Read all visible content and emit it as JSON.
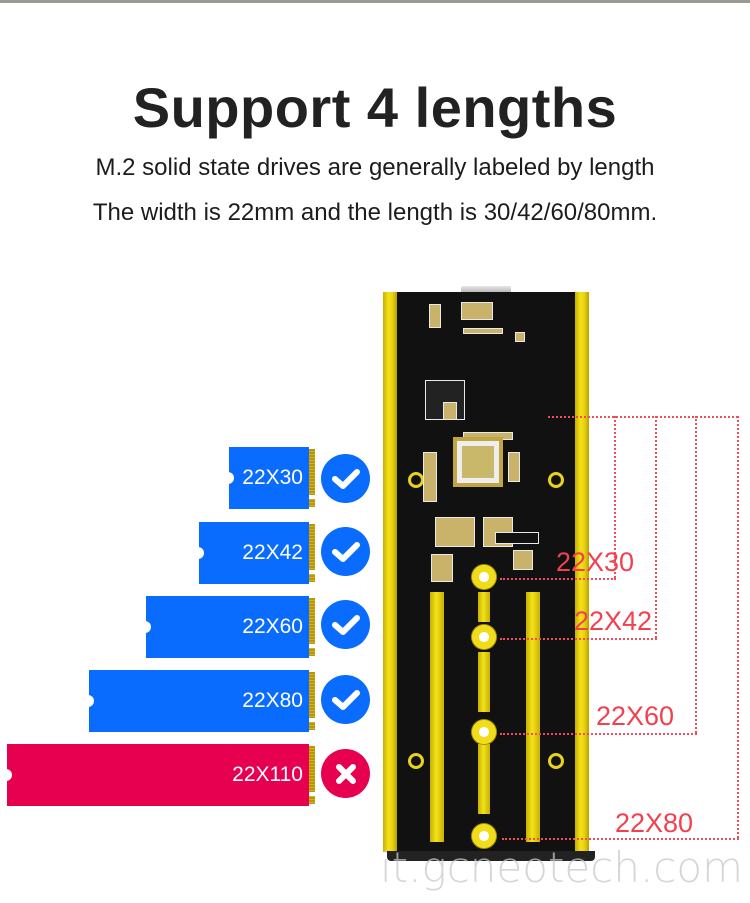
{
  "header": {
    "title": "Support 4 lengths",
    "subtitle_line1": "M.2 solid state drives are generally labeled by length",
    "subtitle_line2": "The width is 22mm and the length is 30/42/60/80mm."
  },
  "ssd_sizes": [
    {
      "label": "22X30",
      "supported": true,
      "status_icon": "check-icon"
    },
    {
      "label": "22X42",
      "supported": true,
      "status_icon": "check-icon"
    },
    {
      "label": "22X60",
      "supported": true,
      "status_icon": "check-icon"
    },
    {
      "label": "22X80",
      "supported": true,
      "status_icon": "check-icon"
    },
    {
      "label": "22X110",
      "supported": false,
      "status_icon": "close-icon"
    }
  ],
  "enclosure_markers": [
    {
      "label": "22X30"
    },
    {
      "label": "22X42"
    },
    {
      "label": "22X60"
    },
    {
      "label": "22X80"
    }
  ],
  "colors": {
    "supported": "#0a6cff",
    "unsupported": "#e6004f",
    "marker": "#f2404f",
    "rail_gold": "#f4e21a",
    "pcb": "#111111"
  },
  "watermark": "it.gcneotech.com"
}
